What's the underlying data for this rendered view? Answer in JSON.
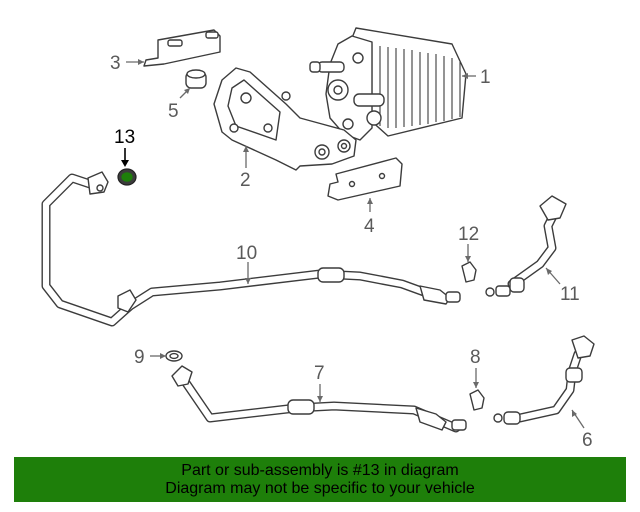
{
  "callouts": {
    "c1": "1",
    "c2": "2",
    "c3": "3",
    "c4": "4",
    "c5": "5",
    "c6": "6",
    "c7": "7",
    "c8": "8",
    "c9": "9",
    "c10": "10",
    "c11": "11",
    "c12": "12",
    "c13": "13"
  },
  "highlight_color": "#1e7f0a",
  "banner": {
    "line1": "Part or sub-assembly is #13 in diagram",
    "line2": "Diagram may not be specific to your vehicle"
  }
}
